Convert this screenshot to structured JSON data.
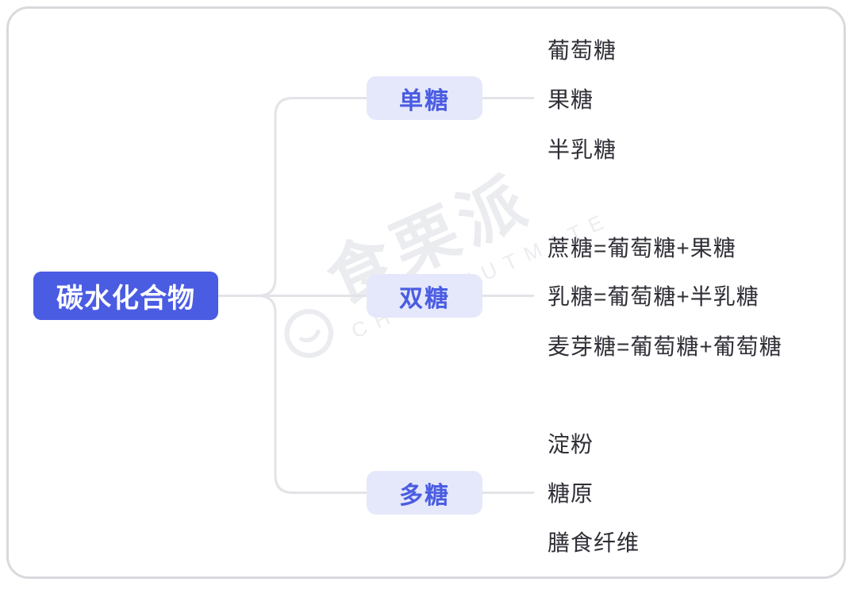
{
  "diagram": {
    "root": {
      "label": "碳水化合物"
    },
    "branches": [
      {
        "label": "单糖",
        "children": [
          "葡萄糖",
          "果糖",
          "半乳糖"
        ]
      },
      {
        "label": "双糖",
        "children": [
          "蔗糖=葡萄糖+果糖",
          "乳糖=葡萄糖+半乳糖",
          "麦芽糖=葡萄糖+葡萄糖"
        ]
      },
      {
        "label": "多糖",
        "children": [
          "淀粉",
          "糖原",
          "膳食纤维"
        ]
      }
    ],
    "watermark": {
      "logo_text": "食栗派",
      "latin_text": "CHESTNUTMATE"
    },
    "colors": {
      "root_bg": "#4a5ce2",
      "branch_bg": "#e5e8fb",
      "branch_text": "#4a5ce2",
      "leaf_text": "#2e2e36",
      "line": "#e3e3e8",
      "frame_border": "#d9d9de"
    }
  }
}
